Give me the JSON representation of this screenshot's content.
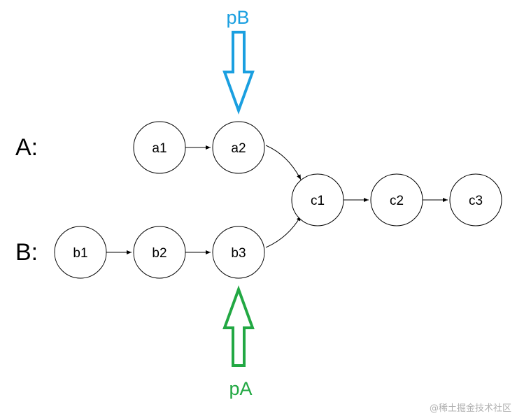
{
  "labels": {
    "list_a": "A:",
    "list_b": "B:"
  },
  "nodes": {
    "a1": "a1",
    "a2": "a2",
    "b1": "b1",
    "b2": "b2",
    "b3": "b3",
    "c1": "c1",
    "c2": "c2",
    "c3": "c3"
  },
  "pointers": {
    "pB": {
      "label": "pB",
      "color": "#1a9fe0",
      "direction": "down",
      "target": "a2"
    },
    "pA": {
      "label": "pA",
      "color": "#22a843",
      "direction": "up",
      "target": "b3"
    }
  },
  "watermark": "@稀土掘金技术社区"
}
